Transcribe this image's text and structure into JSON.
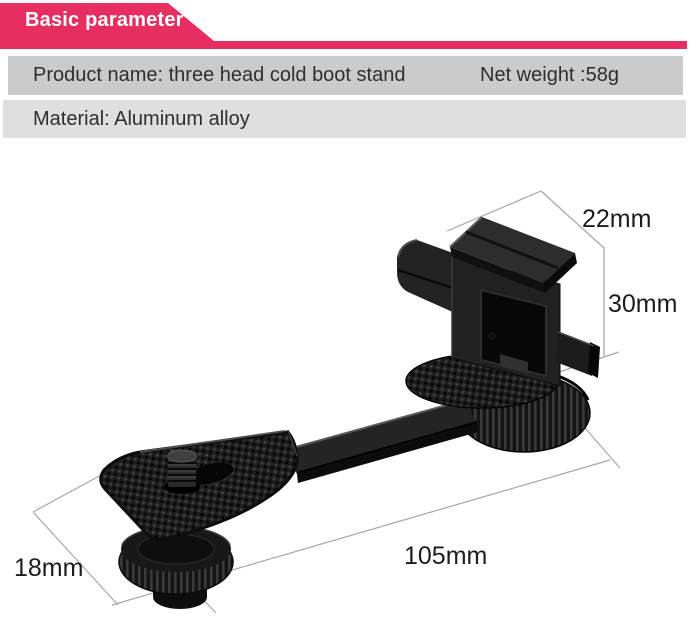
{
  "header": {
    "title": "Basic parameter",
    "accent_color": "#e62e60"
  },
  "specs": {
    "product_name": "Product name: three head cold boot stand",
    "net_weight": "Net weight :58g",
    "material": "Material: Aluminum alloy"
  },
  "figure": {
    "subject": "three-head cold shoe extension bracket, black aluminum, isometric product photo with dimension callouts",
    "dimensions": {
      "shoe_width": "22mm",
      "mount_height": "30mm",
      "nut_diameter": "18mm",
      "bar_length": "105mm"
    },
    "line_color": "#a7a7a7",
    "row1_bg": "#cbcbcb",
    "row2_bg": "#dfdfdf"
  }
}
